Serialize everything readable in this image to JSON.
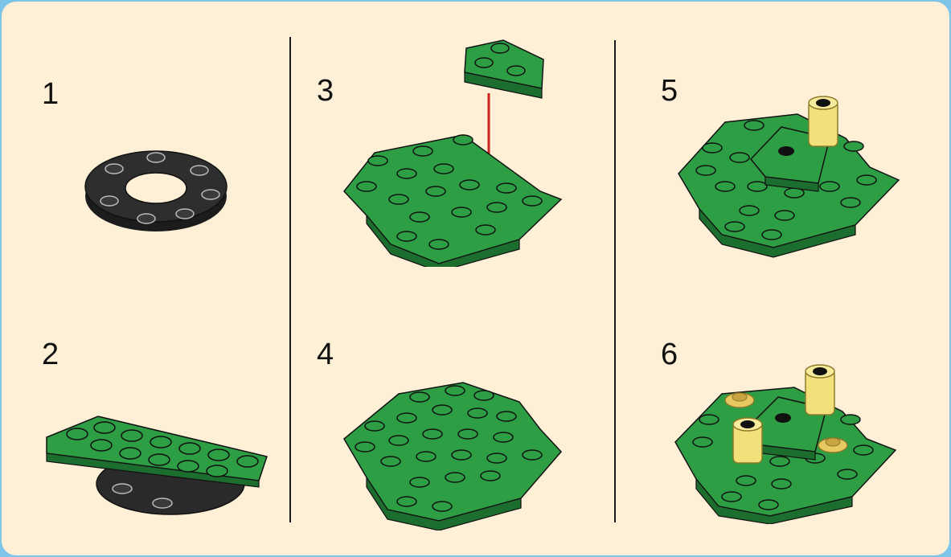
{
  "steps": [
    {
      "number": "1",
      "figure": "black-round-ring-plate"
    },
    {
      "number": "2",
      "figure": "green-plate-on-ring"
    },
    {
      "number": "3",
      "figure": "green-base-with-incoming-corner-plate"
    },
    {
      "number": "4",
      "figure": "green-base-complete"
    },
    {
      "number": "5",
      "figure": "base-with-tile-and-yellow-stud"
    },
    {
      "number": "6",
      "figure": "base-with-yellow-cones"
    }
  ],
  "colors": {
    "background_border": "#7cc4e8",
    "panel": "#fdf0d6",
    "brick_green": "#2e9e45",
    "brick_green_dark": "#1c6e2e",
    "ring_black": "#2a2a2a",
    "trans_yellow": "#f2e07a",
    "arrow_red": "#cc2222"
  }
}
